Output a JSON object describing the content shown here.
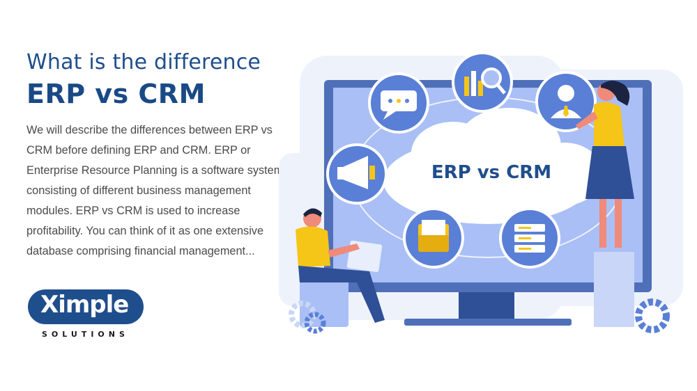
{
  "heading": {
    "subtitle": "What is the difference",
    "title": "ERP vs CRM"
  },
  "description": "We will describe the differences between ERP vs CRM before defining ERP and CRM. ERP or Enterprise Resource Planning is a software system consisting of different business management modules. ERP vs CRM is used to increase profitability. You can think of it as one extensive database comprising financial management...",
  "logo": {
    "word": "Ximple",
    "tagline": "SOLUTIONS"
  },
  "illustration": {
    "screen_label": "ERP vs CRM",
    "icons": [
      "chat-bubble-icon",
      "bar-chart-magnifier-icon",
      "user-profile-icon",
      "megaphone-icon",
      "folder-icon",
      "server-icon",
      "gear-icon"
    ]
  },
  "colors": {
    "brand": "#1f4e8c",
    "accent_yellow": "#f5c518",
    "screen_bg": "#a9bff5",
    "monitor_frame": "#4f6fb8"
  }
}
